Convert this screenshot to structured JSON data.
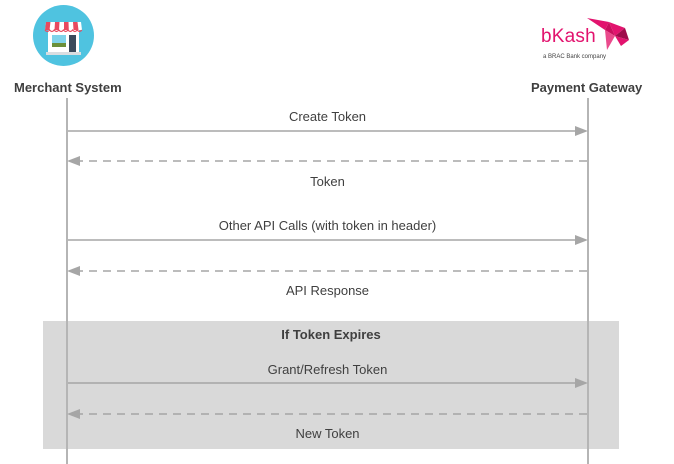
{
  "participants": {
    "merchant": {
      "name": "Merchant System",
      "icon": "storefront-icon"
    },
    "gateway": {
      "name": "Payment Gateway",
      "logo_text": "bKash",
      "logo_tagline": "a BRAC Bank company",
      "icon": "bkash-bird-icon"
    }
  },
  "colors": {
    "lifeline": "#b5b5b5",
    "arrow": "#a6a6a6",
    "group_fill": "#d9d9d9",
    "brand_pink": "#e2136e",
    "icon_teal": "#4fc3e0"
  },
  "messages": [
    {
      "label": "Create Token",
      "direction": "request",
      "style": "solid"
    },
    {
      "label": "Token",
      "direction": "response",
      "style": "dashed"
    },
    {
      "label": "Other API Calls (with token in header)",
      "direction": "request",
      "style": "solid"
    },
    {
      "label": "API Response",
      "direction": "response",
      "style": "dashed"
    },
    {
      "label": "Grant/Refresh Token",
      "direction": "request",
      "style": "solid"
    },
    {
      "label": "New Token",
      "direction": "response",
      "style": "dashed"
    }
  ],
  "group": {
    "label": "If Token Expires"
  }
}
